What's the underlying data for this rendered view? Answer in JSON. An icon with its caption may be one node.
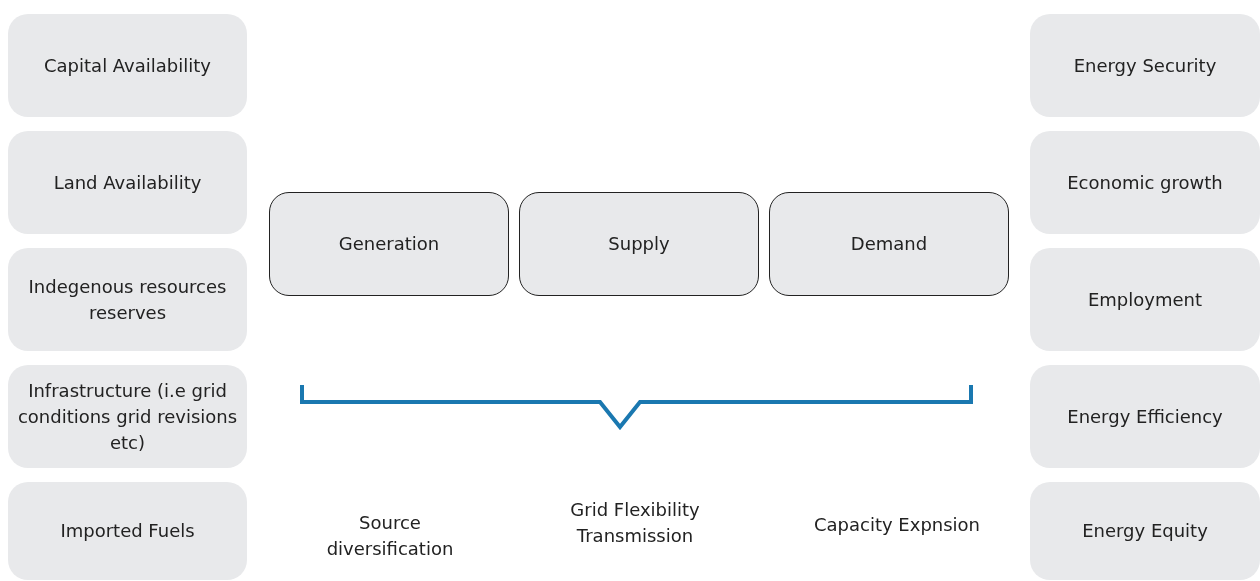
{
  "diagram": {
    "nodes": [
      {
        "text": [
          "Capital Availability"
        ]
      },
      {
        "text": [
          "Land Availability"
        ]
      },
      {
        "text": [
          "Indegenous resources reserves"
        ]
      },
      {
        "text": [
          "Infrastructure (i.e grid conditions grid revisions etc)"
        ]
      },
      {
        "text": [
          "Imported Fuels"
        ]
      },
      {
        "text": [
          "Generation"
        ]
      },
      {
        "text": [
          "Supply"
        ]
      },
      {
        "text": [
          "Demand"
        ]
      },
      {
        "text": [
          "Energy Security"
        ]
      },
      {
        "text": [
          "Economic growth"
        ]
      },
      {
        "text": [
          "Employment"
        ]
      },
      {
        "text": [
          "Energy Efficiency"
        ]
      },
      {
        "text": [
          "Energy Equity"
        ]
      }
    ],
    "labels": [
      "Source diversification",
      "Grid Flexibility Transmission",
      "Capacity Expnsion"
    ]
  }
}
